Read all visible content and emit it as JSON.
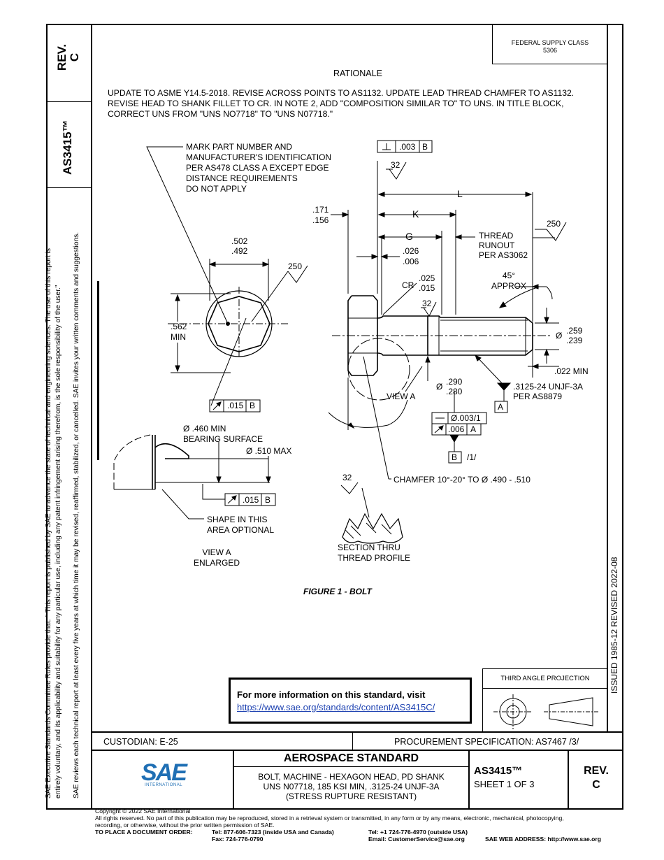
{
  "header": {
    "supply_class": "FEDERAL SUPPLY CLASS",
    "supply_class_num": "5306",
    "rev_vertical": "REV.",
    "rev_vertical_val": "C",
    "doc_vertical": "AS3415™"
  },
  "side_notes": {
    "left1": "SAE Executive Standards Committee Rules provide that: \"  This report is published by SAE to advance the state of technical and engineering sciences. The use of this report is",
    "left2": "entirely voluntary, and its applicability and suitability for any particular use, including any patent infringement arising therefrom, is the sole responsibility of the user.\"",
    "left3": "SAE reviews each technical report at least every five years at which time it may be revised, reaffirmed, stabilized, or cancelled. SAE invites your written comments and suggestions.",
    "right": "ISSUED 1985-12     REVISED 2022-08"
  },
  "rationale": {
    "heading": "RATIONALE",
    "line1": "UPDATE TO ASME Y14.5-2018. REVISE ACROSS POINTS TO AS1132. UPDATE LEAD THREAD CHAMFER TO AS1132.",
    "line2": "REVISE HEAD TO SHANK FILLET TO CR. IN NOTE 2, ADD \"COMPOSITION SIMILAR TO\" TO UNS. IN TITLE BLOCK,",
    "line3": "CORRECT UNS FROM \"UNS NO7718\" TO \"UNS N07718.\""
  },
  "drawing": {
    "mark_note": [
      "MARK PART NUMBER AND",
      "MANUFACTURER'S IDENTIFICATION",
      "PER AS478 CLASS A EXCEPT EDGE",
      "DISTANCE REQUIREMENTS",
      "DO NOT APPLY"
    ],
    "perp_tol": ".003",
    "datum_b": "B",
    "datum_a": "A",
    "finish_32": "32",
    "finish_250": "250",
    "dim_L": "L",
    "dim_K": "K",
    "dim_G": "G",
    "head_thk_hi": ".171",
    "head_thk_lo": ".156",
    "across_flats_hi": ".502",
    "across_flats_lo": ".492",
    "g_gap_hi": ".026",
    "g_gap_lo": ".006",
    "thread_runout": [
      "THREAD",
      "RUNOUT",
      "PER AS3062"
    ],
    "cr_label": "CR",
    "cr_hi": ".025",
    "cr_lo": ".015",
    "angle": [
      "45°",
      "APPROX"
    ],
    "across_corners": [
      ".562",
      "MIN"
    ],
    "dia_sym": "Ø",
    "thread_dia_hi": ".259",
    "thread_dia_lo": ".239",
    "min_022": ".022 MIN",
    "shank_hi": ".290",
    "shank_lo": ".280",
    "view_a": "VIEW A",
    "thread_spec": [
      ".3125-24 UNJF-3A",
      "PER AS8879"
    ],
    "runout_face": ".015",
    "straight_tol": "Ø.003/1",
    "runout_shank": ".006",
    "note_ref": "/1/",
    "bearing": [
      "Ø .460 MIN",
      "BEARING SURFACE"
    ],
    "dia_max": "Ø .510 MAX",
    "chamfer": "CHAMFER 10°-20° TO Ø .490 - .510",
    "shape_note": [
      "SHAPE IN THIS",
      "AREA OPTIONAL"
    ],
    "view_a_enlarged": [
      "VIEW A",
      "ENLARGED"
    ],
    "section_thru": [
      "SECTION THRU",
      "THREAD PROFILE"
    ],
    "figure_caption": "FIGURE 1 - BOLT"
  },
  "info_box": {
    "text": "For more information on this standard, visit",
    "link": "https://www.sae.org/standards/content/AS3415C/"
  },
  "projection": {
    "label": "THIRD ANGLE PROJECTION"
  },
  "title_block": {
    "custodian": "CUSTODIAN: E-25",
    "procurement": "PROCUREMENT SPECIFICATION: AS7467 /3/",
    "logo_text": "SAE",
    "logo_sub": "INTERNATIONAL",
    "category": "AEROSPACE STANDARD",
    "title1": "BOLT, MACHINE - HEXAGON HEAD, PD SHANK",
    "title2": "UNS N07718, 185 KSI MIN, .3125-24 UNJF-3A",
    "title3": "(STRESS RUPTURE RESISTANT)",
    "doc_no": "AS3415™",
    "sheet": "SHEET 1 OF 3",
    "rev_label": "REV.",
    "rev_val": "C"
  },
  "footer": {
    "copyright": "Copyright © 2022 SAE International",
    "rights1": "All rights reserved. No part of this publication may be reproduced, stored in a retrieval system or transmitted, in any form or by any means, electronic, mechanical, photocopying,",
    "rights2": "recording, or otherwise, without the prior written permission of SAE.",
    "order_label": "TO PLACE A DOCUMENT ORDER:",
    "tel1": "Tel: 877-606-7323 (inside USA and Canada)",
    "fax": "Fax: 724-776-0790",
    "tel2": "Tel: +1 724-776-4970 (outside USA)",
    "email": "Email: CustomerService@sae.org",
    "web": "SAE WEB ADDRESS: http://www.sae.org"
  },
  "colors": {
    "logo_blue": "#1f6fb4",
    "link_blue": "#1a3fb0"
  }
}
